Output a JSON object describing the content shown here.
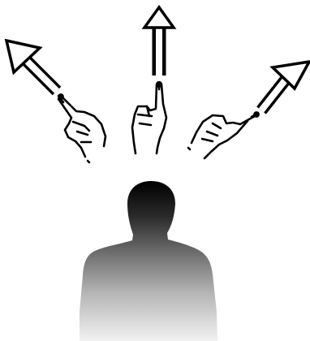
{
  "diagram": {
    "arrows": [
      {
        "name": "arrow-up-left",
        "direction": "up-left"
      },
      {
        "name": "arrow-up",
        "direction": "up"
      },
      {
        "name": "arrow-up-right",
        "direction": "up-right"
      }
    ],
    "hands": [
      {
        "name": "hand-pointing-up-left",
        "gesture": "point-up-left"
      },
      {
        "name": "hand-pointing-up",
        "gesture": "point-up"
      },
      {
        "name": "hand-pointing-up-right",
        "gesture": "point-up-right"
      }
    ],
    "figure": {
      "name": "person-silhouette",
      "gradient_top": "#000000",
      "gradient_bottom": "#f2f2f2"
    },
    "colors": {
      "outline": "#000000",
      "background": "#ffffff"
    }
  }
}
